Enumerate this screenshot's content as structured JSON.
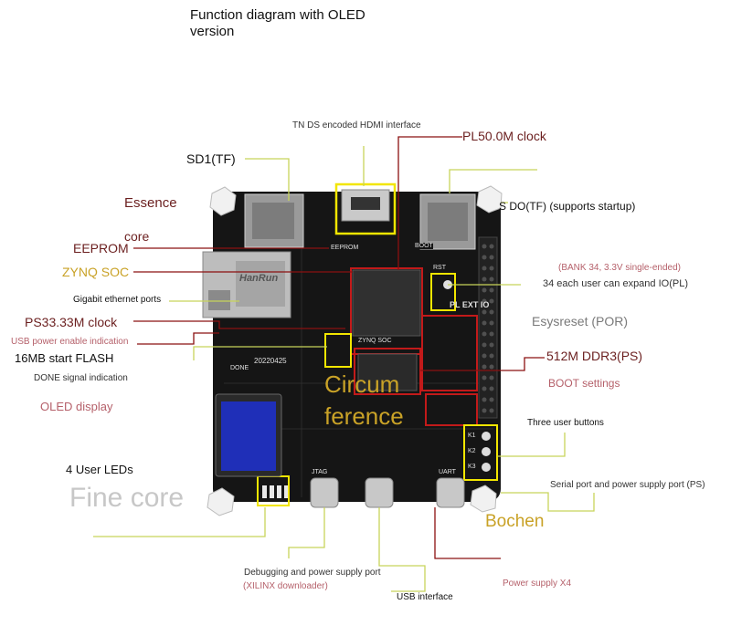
{
  "title": "Function diagram with OLED version",
  "colors": {
    "board": "#151515",
    "highlight_yellow": "#f2e600",
    "highlight_red": "#c21a1a",
    "leader_green": "#c8d45a",
    "leader_red": "#8b1010",
    "label_dark": "#222222",
    "label_maroon": "#6b1f1f",
    "label_gold": "#c9a227",
    "label_pink": "#b5606a",
    "label_gray": "#7a7a7a",
    "oled_blue": "#1f2fb8"
  },
  "labels": {
    "sd1_tf": "SD1(TF)",
    "hdmi": "TN DS encoded HDMI interface",
    "pl_clock": "PL50.0M clock",
    "essence": "Essence",
    "core": "core",
    "sdo_tf": "S DO(TF) (supports startup)",
    "eeprom": "EEPROM",
    "zynq_soc": "ZYNQ SOC",
    "bank34": "(BANK 34, 3.3V single-ended)",
    "user_io": "34 each user can expand IO(PL)",
    "gigabit": "Gigabit ethernet ports",
    "ps_clock": "PS33.33M clock",
    "esysreset": "Esysreset (POR)",
    "usb_power_enable": "USB power enable indication",
    "flash": "16MB start FLASH",
    "ddr3": "512M DDR3(PS)",
    "done_signal": "DONE signal indication",
    "boot_settings": "BOOT settings",
    "oled_display": "OLED display",
    "circum": "Circum",
    "ference": "ference",
    "three_buttons": "Three user buttons",
    "four_leds": "4 User LEDs",
    "serial_power": "Serial port and power supply port (PS)",
    "fine_core": "Fine core",
    "bochen": "Bochen",
    "debug_power": "Debugging and power supply port",
    "xilinx": "(XILINX downloader)",
    "usb_interface": "USB interface",
    "power_x4": "Power supply X4"
  },
  "board_text": {
    "eeprom": "EEPROM",
    "boot": "BOOT",
    "zynq": "ZYNQ SOC",
    "date": "20220425",
    "brand": "PL EXT IO",
    "rj45": "HanRun",
    "uart": "UART",
    "jtag": "JTAG",
    "rst": "RST",
    "done": "DONE",
    "k1": "K1",
    "k2": "K2",
    "k3": "K3"
  },
  "icons": [
    "rj45-connector-icon",
    "hdmi-connector-icon",
    "tf-card-slot-icon",
    "usb-c-connector-icon",
    "push-button-icon",
    "led-icon",
    "standoff-icon"
  ]
}
